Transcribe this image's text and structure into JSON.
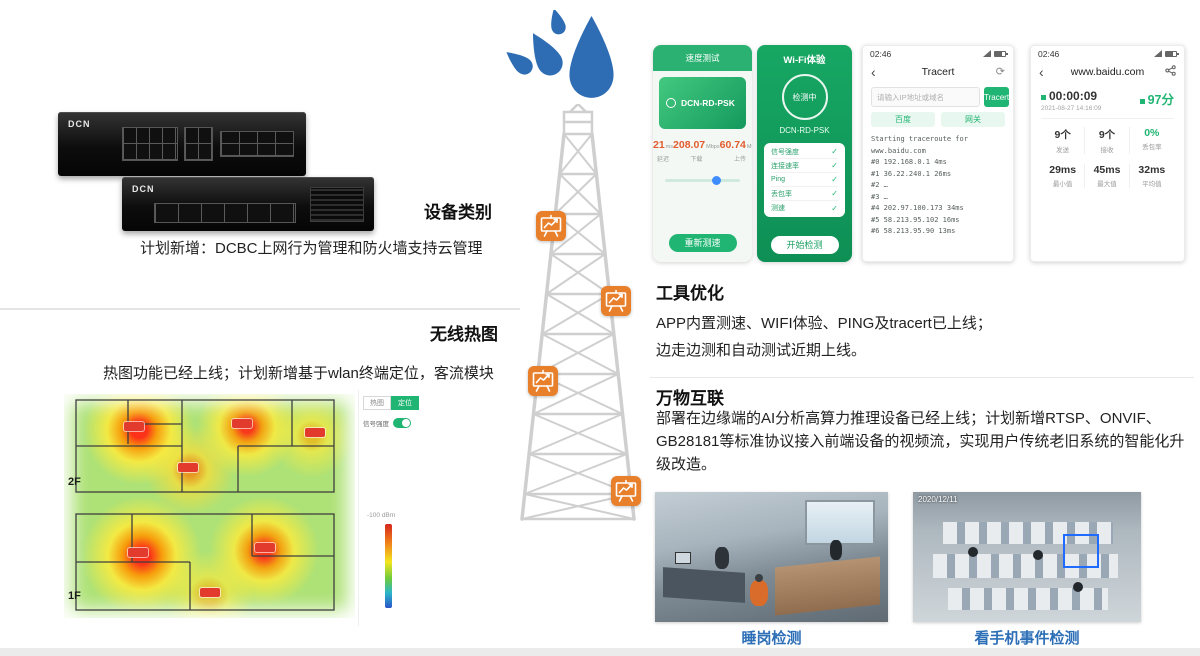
{
  "colors": {
    "accent_green": "#21b573",
    "accent_orange": "#e87f2b",
    "logo_blue": "#2e6db4",
    "caption_blue": "#2d6fb7"
  },
  "left": {
    "devices": {
      "brand1": "DCN",
      "brand2": "DCN",
      "title": "设备类别",
      "desc": "计划新增：DCBC上网行为管理和防火墙支持云管理"
    },
    "heatmap": {
      "title": "无线热图",
      "desc": "热图功能已经上线；计划新增基于wlan终端定位，客流模块",
      "floor_upper": "2F",
      "floor_lower": "1F",
      "panel": {
        "tab1": "热图",
        "tab2": "定位",
        "toggle_label": "信号强度",
        "scale_label": "-100 dBm"
      }
    }
  },
  "right": {
    "phone_speed": {
      "header": "速度测试",
      "ssid": "DCN-RD-PSK",
      "stats": [
        {
          "value": "21",
          "unit": "ms",
          "label": "延迟"
        },
        {
          "value": "208.07",
          "unit": "Mbps",
          "label": "下载"
        },
        {
          "value": "60.74",
          "unit": "Mbps",
          "label": "上传"
        }
      ],
      "button": "重新测速"
    },
    "phone_wifi": {
      "header": "Wi-Fi体验",
      "circle": "检测中",
      "ssid": "DCN-RD-PSK",
      "rows": [
        "信号强度",
        "连接速率",
        "Ping",
        "丢包率",
        "测速"
      ],
      "row_status": "✓",
      "button": "开始检测"
    },
    "phone_tracert": {
      "time": "02:46",
      "title": "Tracert",
      "refresh_icon": "⟳",
      "back_icon": "‹",
      "placeholder": "请输入IP地址或域名",
      "button": "Tracert",
      "tags": [
        "百度",
        "网关"
      ],
      "output": [
        "Starting traceroute for www.baidu.com",
        "#0  192.168.0.1  4ms",
        "#1  36.22.240.1  26ms",
        "#2  …",
        "#3  …",
        "#4  202.97.100.173  34ms",
        "#5  58.213.95.102  16ms",
        "#6  58.213.95.90  13ms"
      ]
    },
    "phone_result": {
      "time": "02:46",
      "back_icon": "‹",
      "title": "www.baidu.com",
      "duration": "00:00:09",
      "datetime": "2021-08-27 14:16:09",
      "score": "97分",
      "grid": [
        {
          "value": "9个",
          "label": "发送"
        },
        {
          "value": "9个",
          "label": "接收"
        },
        {
          "value": "0%",
          "label": "丢包率"
        },
        {
          "value": "29ms",
          "label": "最小值"
        },
        {
          "value": "45ms",
          "label": "最大值"
        },
        {
          "value": "32ms",
          "label": "平均值"
        }
      ]
    },
    "tools": {
      "title": "工具优化",
      "line1": "APP内置测速、WIFI体验、PING及tracert已上线；",
      "line2": "边走边测和自动测试近期上线。"
    },
    "iot": {
      "title": "万物互联",
      "desc": "部署在边缘端的AI分析高算力推理设备已经上线；计划新增RTSP、ONVIF、GB28181等标准协议接入前端设备的视频流，实现用户传统老旧系统的智能化升级改造。",
      "img2_timestamp": "2020/12/11",
      "caption1": "睡岗检测",
      "caption2": "看手机事件检测"
    }
  }
}
